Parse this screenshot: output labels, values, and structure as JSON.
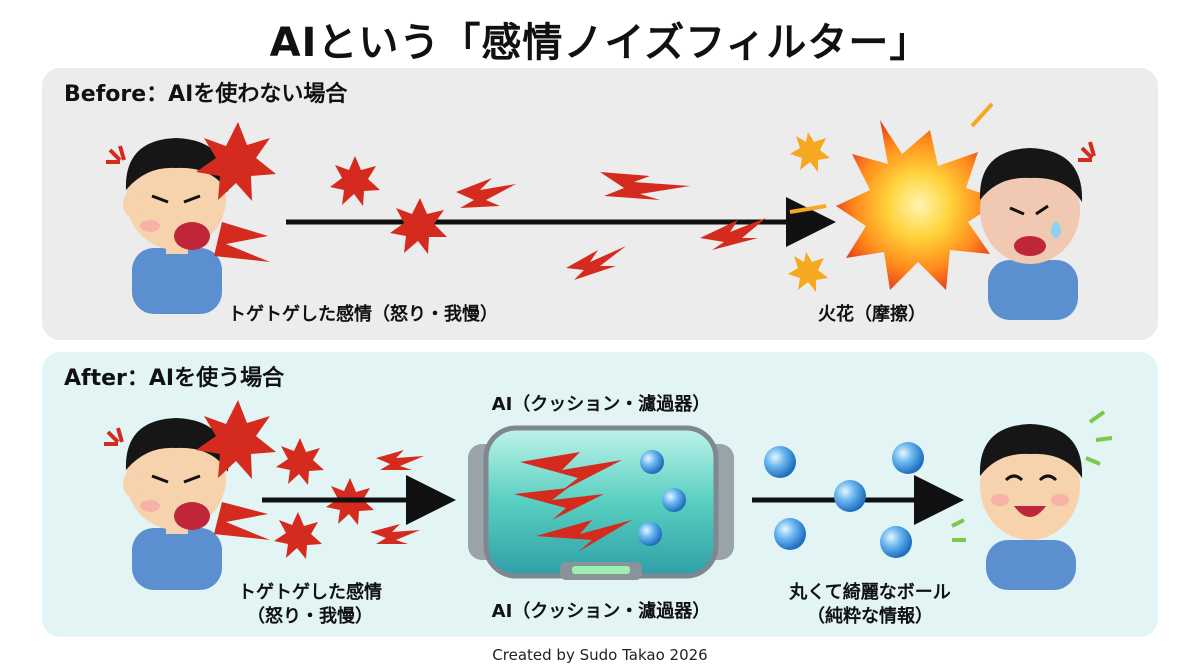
{
  "title": "AIという「感情ノイズフィルター」",
  "before": {
    "heading": "Before：AIを使わない場合",
    "label_emotion": "トゲトゲした感情（怒り・我慢）",
    "label_spark": "火花（摩擦）"
  },
  "after": {
    "heading": "After：AIを使う場合",
    "label_ai_top": "AI（クッション・濾過器）",
    "label_emotion_line1": "トゲトゲした感情",
    "label_emotion_line2": "（怒り・我慢）",
    "label_ai_bottom": "AI（クッション・濾過器）",
    "label_balls_line1": "丸くて綺麗なボール",
    "label_balls_line2": "（純粋な情報）"
  },
  "footer": "Created by Sudo Takao 2026",
  "colors": {
    "spike_red": "#d42b1e",
    "ball_blue": "#4aa3e8",
    "panel_before": "#ececec",
    "panel_after": "#e2f4f4",
    "shirt_blue": "#5b8fd0"
  }
}
